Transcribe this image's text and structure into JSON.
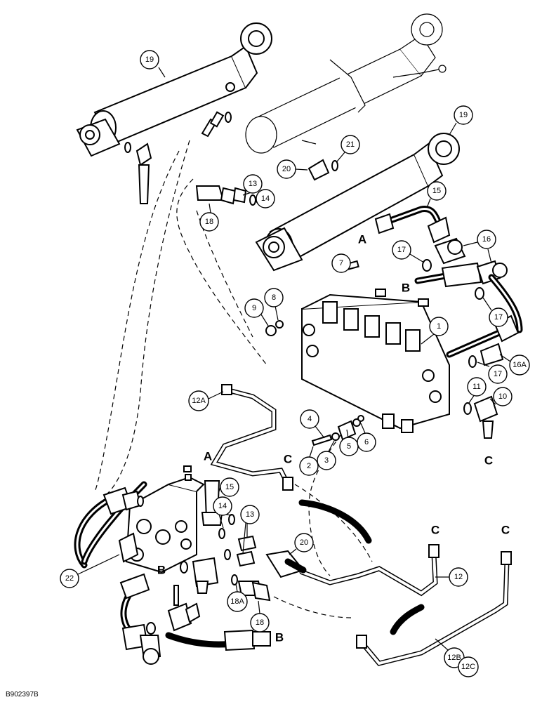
{
  "figure_id": "B902397B",
  "callouts": [
    {
      "label": "19"
    },
    {
      "label": "19"
    },
    {
      "label": "20"
    },
    {
      "label": "21"
    },
    {
      "label": "13"
    },
    {
      "label": "14"
    },
    {
      "label": "18"
    },
    {
      "label": "15"
    },
    {
      "label": "16"
    },
    {
      "label": "17"
    },
    {
      "label": "17"
    },
    {
      "label": "7"
    },
    {
      "label": "8"
    },
    {
      "label": "9"
    },
    {
      "label": "1"
    },
    {
      "label": "16A"
    },
    {
      "label": "17"
    },
    {
      "label": "12A"
    },
    {
      "label": "11"
    },
    {
      "label": "10"
    },
    {
      "label": "4"
    },
    {
      "label": "5"
    },
    {
      "label": "6"
    },
    {
      "label": "2"
    },
    {
      "label": "3"
    },
    {
      "label": "15"
    },
    {
      "label": "14"
    },
    {
      "label": "13"
    },
    {
      "label": "20"
    },
    {
      "label": "22"
    },
    {
      "label": "18A"
    },
    {
      "label": "18"
    },
    {
      "label": "12"
    },
    {
      "label": "12B"
    },
    {
      "label": "12C"
    }
  ],
  "letters": [
    {
      "label": "A"
    },
    {
      "label": "B"
    },
    {
      "label": "C"
    },
    {
      "label": "A"
    },
    {
      "label": "C"
    },
    {
      "label": "B"
    },
    {
      "label": "C"
    },
    {
      "label": "C"
    },
    {
      "label": "B"
    }
  ]
}
